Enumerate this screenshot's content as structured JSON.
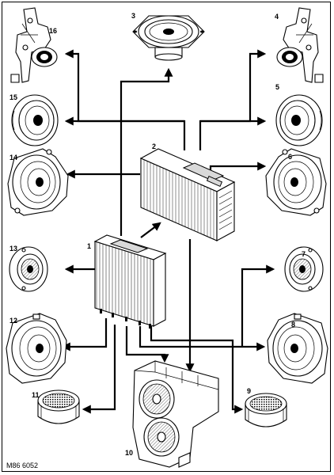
{
  "diagram": {
    "reference_code": "M86 6052",
    "components": [
      {
        "id": "1",
        "label": "1"
      },
      {
        "id": "2",
        "label": "2"
      },
      {
        "id": "3",
        "label": "3"
      },
      {
        "id": "4",
        "label": "4"
      },
      {
        "id": "5",
        "label": "5"
      },
      {
        "id": "6",
        "label": "6"
      },
      {
        "id": "7",
        "label": "7"
      },
      {
        "id": "8",
        "label": "8"
      },
      {
        "id": "9",
        "label": "9"
      },
      {
        "id": "10",
        "label": "10"
      },
      {
        "id": "11",
        "label": "11"
      },
      {
        "id": "12",
        "label": "12"
      },
      {
        "id": "13",
        "label": "13"
      },
      {
        "id": "14",
        "label": "14"
      },
      {
        "id": "15",
        "label": "15"
      },
      {
        "id": "16",
        "label": "16"
      }
    ]
  }
}
